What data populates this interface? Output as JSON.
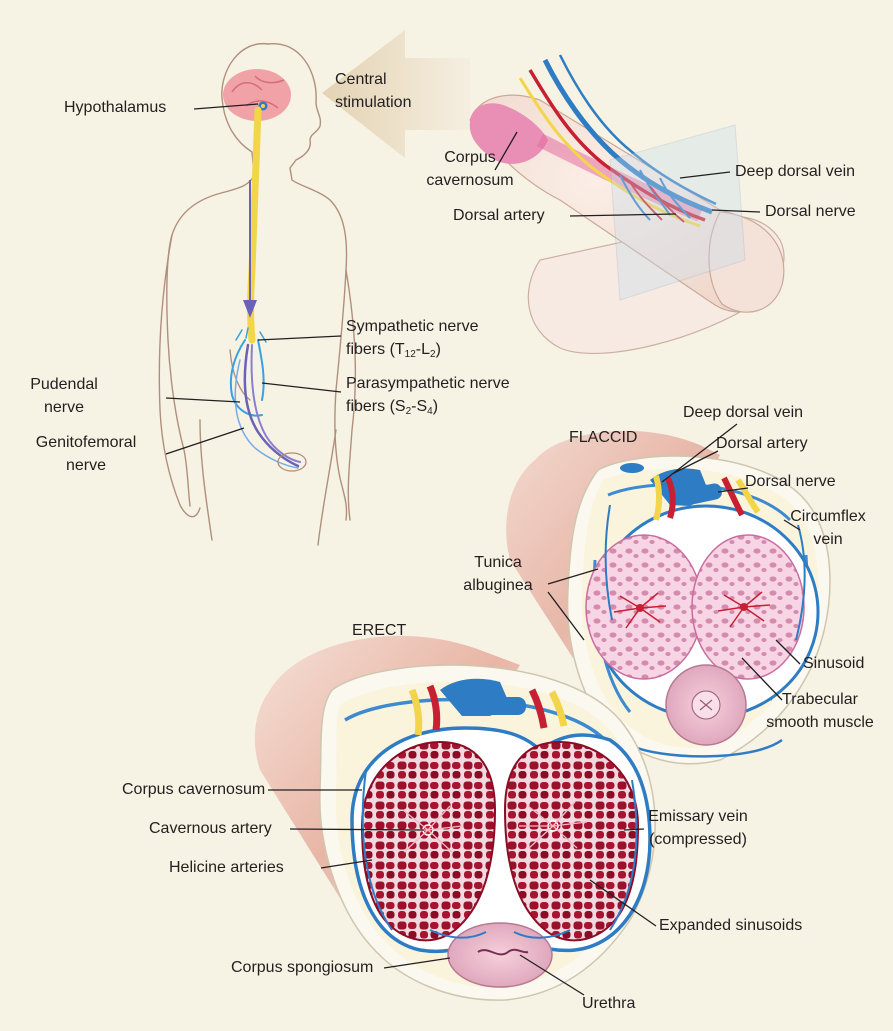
{
  "labels": {
    "hypothalamus": "Hypothalamus",
    "central_stimulation_1": "Central",
    "central_stimulation_2": "stimulation",
    "corpus_cavernosum_top_1": "Corpus",
    "corpus_cavernosum_top_2": "cavernosum",
    "deep_dorsal_vein_top": "Deep dorsal vein",
    "dorsal_artery_top": "Dorsal artery",
    "dorsal_nerve_top": "Dorsal nerve",
    "sympathetic_1": "Sympathetic nerve",
    "sympathetic_2_prefix": "fibers (T",
    "sympathetic_2_sub1": "12",
    "sympathetic_2_mid": "-L",
    "sympathetic_2_sub2": "2",
    "sympathetic_2_suffix": ")",
    "parasympathetic_1": "Parasympathetic nerve",
    "parasympathetic_2_prefix": "fibers (S",
    "parasympathetic_2_sub1": "2",
    "parasympathetic_2_mid": "-S",
    "parasympathetic_2_sub2": "4",
    "parasympathetic_2_suffix": ")",
    "pudendal_1": "Pudendal",
    "pudendal_2": "nerve",
    "genitofemoral_1": "Genitofemoral",
    "genitofemoral_2": "nerve",
    "flaccid": "FLACCID",
    "deep_dorsal_vein_flaccid": "Deep dorsal vein",
    "dorsal_artery_flaccid": "Dorsal artery",
    "dorsal_nerve_flaccid": "Dorsal nerve",
    "circumflex_1": "Circumflex",
    "circumflex_2": "vein",
    "tunica_1": "Tunica",
    "tunica_2": "albuginea",
    "sinusoid": "Sinusoid",
    "trabecular_1": "Trabecular",
    "trabecular_2": "smooth muscle",
    "erect": "ERECT",
    "corpus_cavernosum_erect": "Corpus cavernosum",
    "cavernous_artery": "Cavernous artery",
    "helicine_arteries": "Helicine arteries",
    "emissary_1": "Emissary vein",
    "emissary_2": "(compressed)",
    "expanded_sinusoids": "Expanded sinusoids",
    "corpus_spongiosum": "Corpus spongiosum",
    "urethra": "Urethra"
  },
  "colors": {
    "background": "#f6f3e4",
    "vein": "#2e7cc4",
    "artery": "#c62032",
    "nerve": "#f3d54a",
    "sinusoid_flaccid": "#f0bfd6",
    "sinusoid_erect": "#9c1028",
    "skin": "#f2d6c8",
    "brain": "#f2a6a8",
    "arrow": "#e8d9bf",
    "outline": "#b89a86"
  }
}
